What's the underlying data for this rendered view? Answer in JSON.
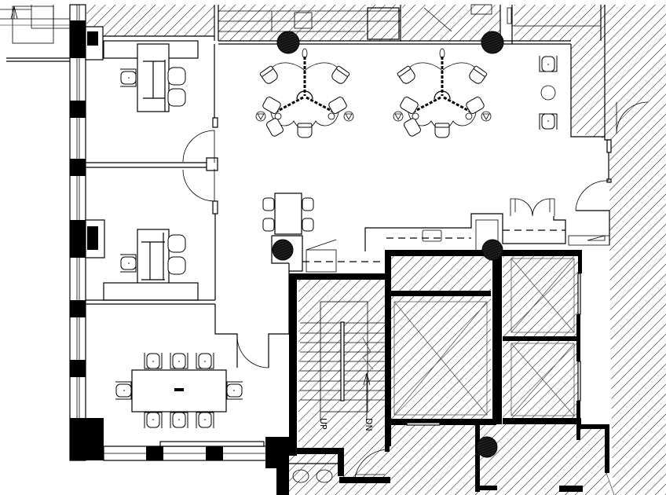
{
  "drawing": {
    "type": "architectural floor plan",
    "background_color": "#ffffff",
    "line_color": "#000000",
    "hatch": "diagonal 45deg lines"
  },
  "labels": {
    "stair_up": "UP",
    "stair_down": "DN"
  },
  "rooms": [
    {
      "name": "private-office-1",
      "furniture": [
        "desk",
        "task-chair",
        "guest-chair",
        "guest-chair",
        "credenza",
        "cabinet"
      ]
    },
    {
      "name": "private-office-2",
      "furniture": [
        "desk",
        "task-chair",
        "guest-chair",
        "guest-chair",
        "credenza",
        "cabinet"
      ]
    },
    {
      "name": "conference-room",
      "furniture": [
        "conference-table",
        "chair x8",
        "phone"
      ]
    },
    {
      "name": "open-workspace",
      "furniture": [
        "3-person workstation pod",
        "3-person workstation pod",
        "small round table",
        "chair",
        "chair",
        "4-seat table"
      ]
    },
    {
      "name": "stairwell",
      "furniture": [
        "stair"
      ]
    },
    {
      "name": "elevator-core",
      "furniture": [
        "elevator",
        "elevator",
        "shaft"
      ]
    },
    {
      "name": "restroom",
      "furniture": [
        "lavatory",
        "lavatory"
      ]
    }
  ],
  "counts": {
    "columns": 6,
    "workstation_pods": 2,
    "conference_chairs": 8,
    "elevators": 3
  }
}
